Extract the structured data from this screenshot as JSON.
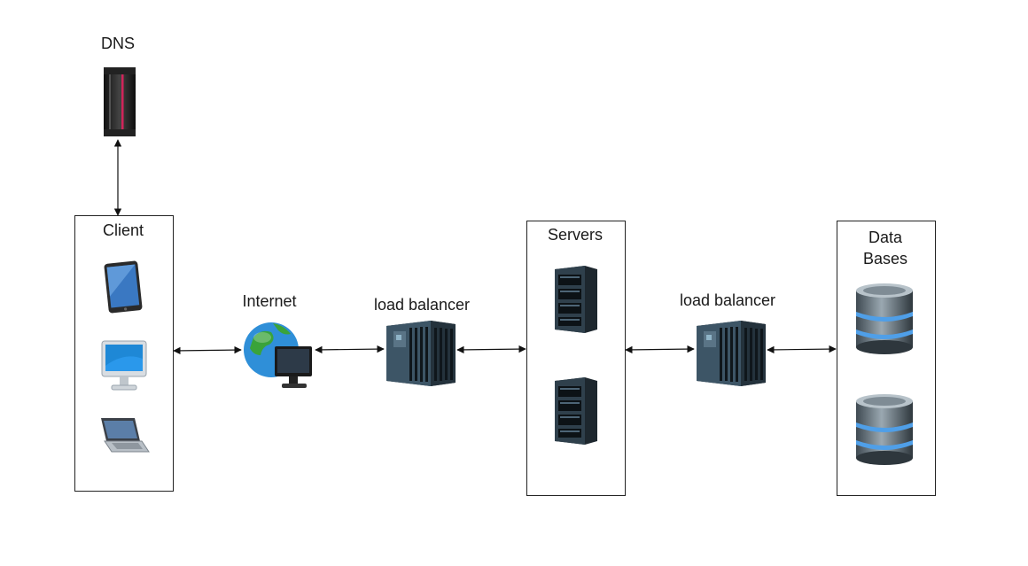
{
  "labels": {
    "dns": "DNS",
    "client": "Client",
    "internet": "Internet",
    "load_balancer_1": "load balancer",
    "servers": "Servers",
    "load_balancer_2": "load balancer",
    "databases_line1": "Data",
    "databases_line2": "Bases"
  },
  "icons": {
    "dns": "dns-server-icon",
    "tablet": "tablet-icon",
    "desktop": "desktop-monitor-icon",
    "laptop": "laptop-icon",
    "internet": "globe-monitor-icon",
    "load_balancer": "rack-server-icon",
    "server": "server-tower-icon",
    "database": "database-cylinder-icon"
  },
  "colors": {
    "line": "#111111",
    "server_dark": "#2b3a45",
    "db_metal": "#6f7f89",
    "db_ring": "#4f9fe8",
    "globe_blue": "#2f8fd8",
    "globe_green": "#3aa33a",
    "dns_accent": "#d0245a"
  }
}
